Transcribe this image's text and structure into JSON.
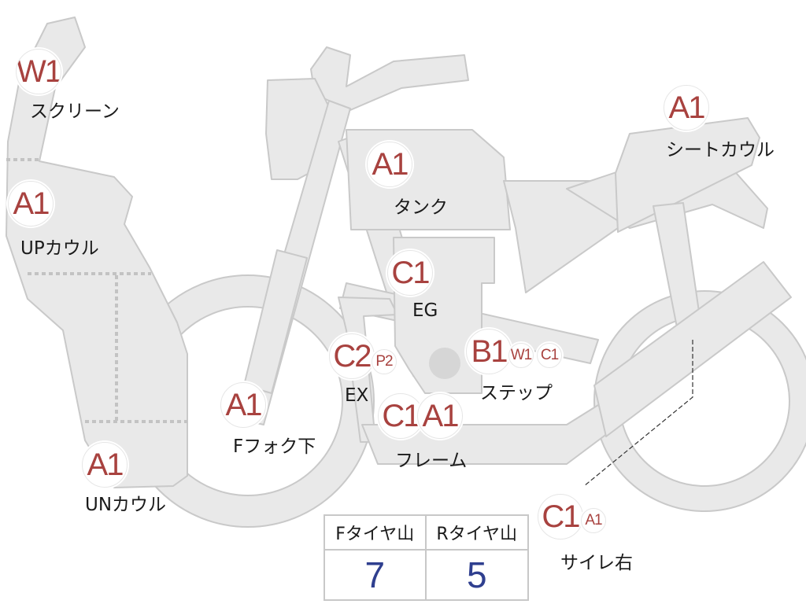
{
  "colors": {
    "body_fill": "#e9e9e9",
    "body_stroke": "#c9c9c9",
    "grade_text": "#a8423f",
    "value_text": "#2f3f8f"
  },
  "parts": {
    "screen": {
      "grade": "W1",
      "label": "スクリーン"
    },
    "up_cowl": {
      "grade": "A1",
      "label": "UPカウル"
    },
    "un_cowl": {
      "grade": "A1",
      "label": "UNカウル"
    },
    "f_fork": {
      "grade": "A1",
      "label": "Fフォク下"
    },
    "tank": {
      "grade": "A1",
      "label": "タンク"
    },
    "seat_cowl": {
      "grade": "A1",
      "label": "シートカウル"
    },
    "engine": {
      "grade": "C1",
      "label": "EG"
    },
    "exhaust": {
      "grade": "C2",
      "grade2": "P2",
      "label": "EX"
    },
    "frame": {
      "grade": "C1",
      "grade2": "A1",
      "label": "フレーム"
    },
    "step": {
      "grade": "B1",
      "grade2": "W1",
      "grade3": "C1",
      "label": "ステップ"
    },
    "muffler_right": {
      "grade": "C1",
      "grade2": "A1",
      "label": "サイレ右"
    }
  },
  "tires": {
    "front_header": "Fタイヤ山",
    "rear_header": "Rタイヤ山",
    "front_value": "7",
    "rear_value": "5"
  }
}
